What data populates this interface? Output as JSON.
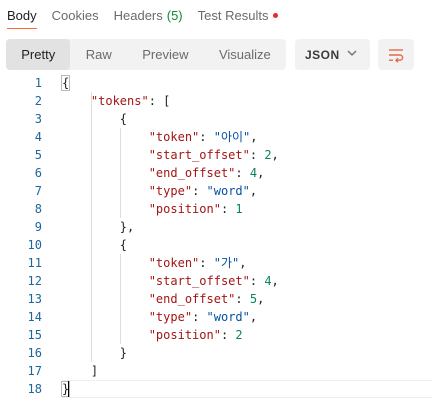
{
  "tabs": [
    {
      "label": "Body"
    },
    {
      "label": "Cookies"
    },
    {
      "label": "Headers",
      "count": "(5)"
    },
    {
      "label": "Test Results"
    }
  ],
  "toolbar": {
    "views": [
      "Pretty",
      "Raw",
      "Preview",
      "Visualize"
    ],
    "format": "JSON"
  },
  "editor": {
    "lines": [
      [
        {
          "t": "{",
          "c": "p"
        }
      ],
      [
        {
          "t": "    ",
          "c": "p"
        },
        {
          "t": "\"tokens\"",
          "c": "k"
        },
        {
          "t": ": [",
          "c": "p"
        }
      ],
      [
        {
          "t": "        {",
          "c": "p"
        }
      ],
      [
        {
          "t": "            ",
          "c": "p"
        },
        {
          "t": "\"token\"",
          "c": "k"
        },
        {
          "t": ": ",
          "c": "p"
        },
        {
          "t": "\"아이\"",
          "c": "s"
        },
        {
          "t": ",",
          "c": "p"
        }
      ],
      [
        {
          "t": "            ",
          "c": "p"
        },
        {
          "t": "\"start_offset\"",
          "c": "k"
        },
        {
          "t": ": ",
          "c": "p"
        },
        {
          "t": "2",
          "c": "n"
        },
        {
          "t": ",",
          "c": "p"
        }
      ],
      [
        {
          "t": "            ",
          "c": "p"
        },
        {
          "t": "\"end_offset\"",
          "c": "k"
        },
        {
          "t": ": ",
          "c": "p"
        },
        {
          "t": "4",
          "c": "n"
        },
        {
          "t": ",",
          "c": "p"
        }
      ],
      [
        {
          "t": "            ",
          "c": "p"
        },
        {
          "t": "\"type\"",
          "c": "k"
        },
        {
          "t": ": ",
          "c": "p"
        },
        {
          "t": "\"word\"",
          "c": "s"
        },
        {
          "t": ",",
          "c": "p"
        }
      ],
      [
        {
          "t": "            ",
          "c": "p"
        },
        {
          "t": "\"position\"",
          "c": "k"
        },
        {
          "t": ": ",
          "c": "p"
        },
        {
          "t": "1",
          "c": "n"
        }
      ],
      [
        {
          "t": "        },",
          "c": "p"
        }
      ],
      [
        {
          "t": "        {",
          "c": "p"
        }
      ],
      [
        {
          "t": "            ",
          "c": "p"
        },
        {
          "t": "\"token\"",
          "c": "k"
        },
        {
          "t": ": ",
          "c": "p"
        },
        {
          "t": "\"가\"",
          "c": "s"
        },
        {
          "t": ",",
          "c": "p"
        }
      ],
      [
        {
          "t": "            ",
          "c": "p"
        },
        {
          "t": "\"start_offset\"",
          "c": "k"
        },
        {
          "t": ": ",
          "c": "p"
        },
        {
          "t": "4",
          "c": "n"
        },
        {
          "t": ",",
          "c": "p"
        }
      ],
      [
        {
          "t": "            ",
          "c": "p"
        },
        {
          "t": "\"end_offset\"",
          "c": "k"
        },
        {
          "t": ": ",
          "c": "p"
        },
        {
          "t": "5",
          "c": "n"
        },
        {
          "t": ",",
          "c": "p"
        }
      ],
      [
        {
          "t": "            ",
          "c": "p"
        },
        {
          "t": "\"type\"",
          "c": "k"
        },
        {
          "t": ": ",
          "c": "p"
        },
        {
          "t": "\"word\"",
          "c": "s"
        },
        {
          "t": ",",
          "c": "p"
        }
      ],
      [
        {
          "t": "            ",
          "c": "p"
        },
        {
          "t": "\"position\"",
          "c": "k"
        },
        {
          "t": ": ",
          "c": "p"
        },
        {
          "t": "2",
          "c": "n"
        }
      ],
      [
        {
          "t": "        }",
          "c": "p"
        }
      ],
      [
        {
          "t": "    ]",
          "c": "p"
        }
      ],
      [
        {
          "t": "}",
          "c": "p"
        }
      ]
    ]
  },
  "icons": {
    "format_dropdown": "chevron-down-icon",
    "wrap": "wrap-lines-icon"
  },
  "colors": {
    "active_tab_underline": "#ff6c37",
    "headers_count": "#0f8a37",
    "test_results_dot": "#e5292e",
    "json_key": "#a31515",
    "json_string": "#0451a5",
    "json_number": "#098658",
    "line_number": "#1d6796"
  }
}
